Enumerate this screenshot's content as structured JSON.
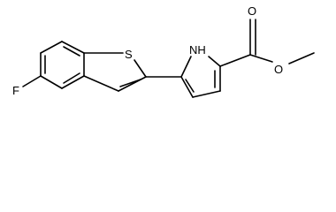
{
  "molecule": {
    "atoms": {
      "fluorine": "F",
      "sulfur": "S",
      "pyrrole_nh": "NH",
      "carbonyl_oxygen": "O",
      "ester_oxygen": "O"
    }
  }
}
